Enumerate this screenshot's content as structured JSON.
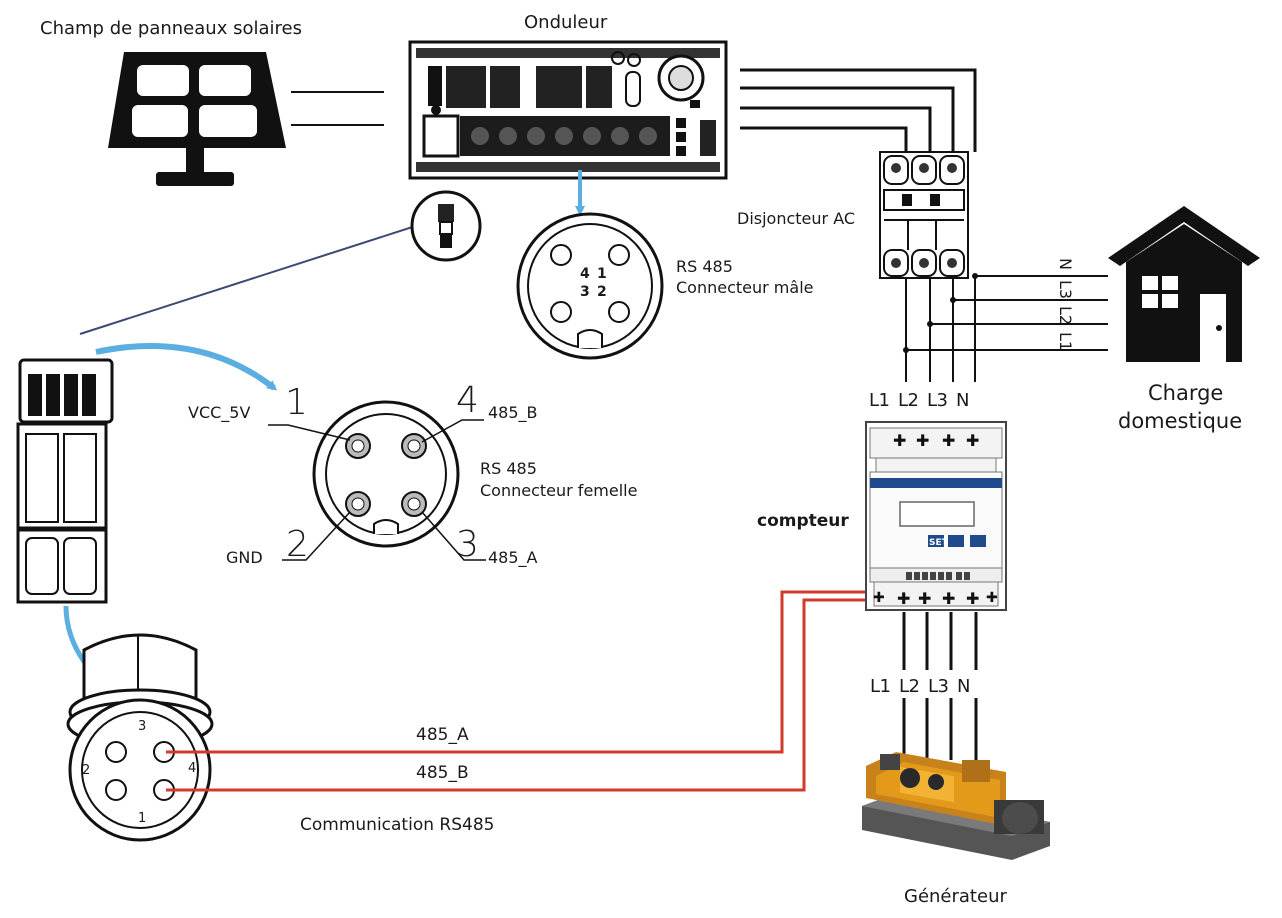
{
  "labels": {
    "solar_field": "Champ de panneaux solaires",
    "inverter": "Onduleur",
    "ac_breaker": "Disjoncteur AC",
    "rs485_male_line1": "RS 485",
    "rs485_male_line2": "Connecteur mâle",
    "rs485_female_line1": "RS 485",
    "rs485_female_line2": "Connecteur femelle",
    "household_load_line1": "Charge",
    "household_load_line2": "domestique",
    "meter": "compteur",
    "generator": "Générateur",
    "communication": "Communication RS485"
  },
  "female_pins": {
    "vcc": "VCC_5V",
    "gnd": "GND",
    "b": "485_B",
    "a": "485_A",
    "n1": "1",
    "n2": "2",
    "n3": "3",
    "n4": "4"
  },
  "male_pins": {
    "p4": "4",
    "p1": "1",
    "p3": "3",
    "p2": "2"
  },
  "plug_pins": {
    "p1": "1",
    "p2": "2",
    "p3": "3",
    "p4": "4"
  },
  "house_lines": [
    "N",
    "L3",
    "L2",
    "L1"
  ],
  "meter_top_lines": [
    "L1",
    "L2",
    "L3",
    "N"
  ],
  "meter_bottom_lines": [
    "L1",
    "L2",
    "L3",
    "N"
  ],
  "wires": {
    "a": "485_A",
    "b": "485_B"
  },
  "meter_buttons": {
    "set": "SET"
  },
  "colors": {
    "line": "#111111",
    "rs485_wire": "#d23a2c",
    "arrow": "#5aaee0",
    "engine": "#e39a1a",
    "frame": "#4a4a4a"
  }
}
